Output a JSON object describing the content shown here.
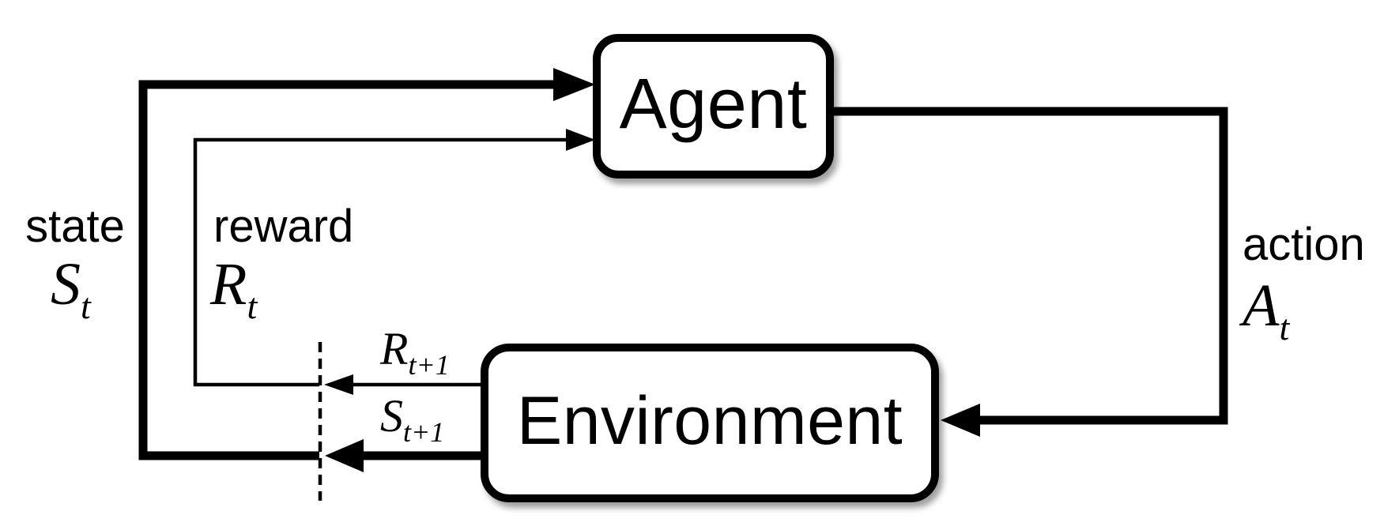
{
  "diagram_title": "agent-environment-interaction-loop",
  "nodes": {
    "agent": {
      "label": "Agent"
    },
    "environment": {
      "label": "Environment"
    }
  },
  "labels": {
    "state": {
      "word": "state",
      "base": "S",
      "sub": "t"
    },
    "reward": {
      "word": "reward",
      "base": "R",
      "sub": "t"
    },
    "action": {
      "word": "action",
      "base": "A",
      "sub": "t"
    },
    "next_reward": {
      "base": "R",
      "sub": "t+1"
    },
    "next_state": {
      "base": "S",
      "sub": "t+1"
    }
  },
  "edges": {
    "state_to_agent": "Environment to Agent (state, thick)",
    "reward_to_agent": "Environment to Agent (reward, thin)",
    "action_to_environment": "Agent to Environment (action, thick)",
    "time_boundary": "dashed vertical line separating time step t and t+1"
  },
  "colors": {
    "ink": "#000000",
    "background": "#ffffff"
  }
}
